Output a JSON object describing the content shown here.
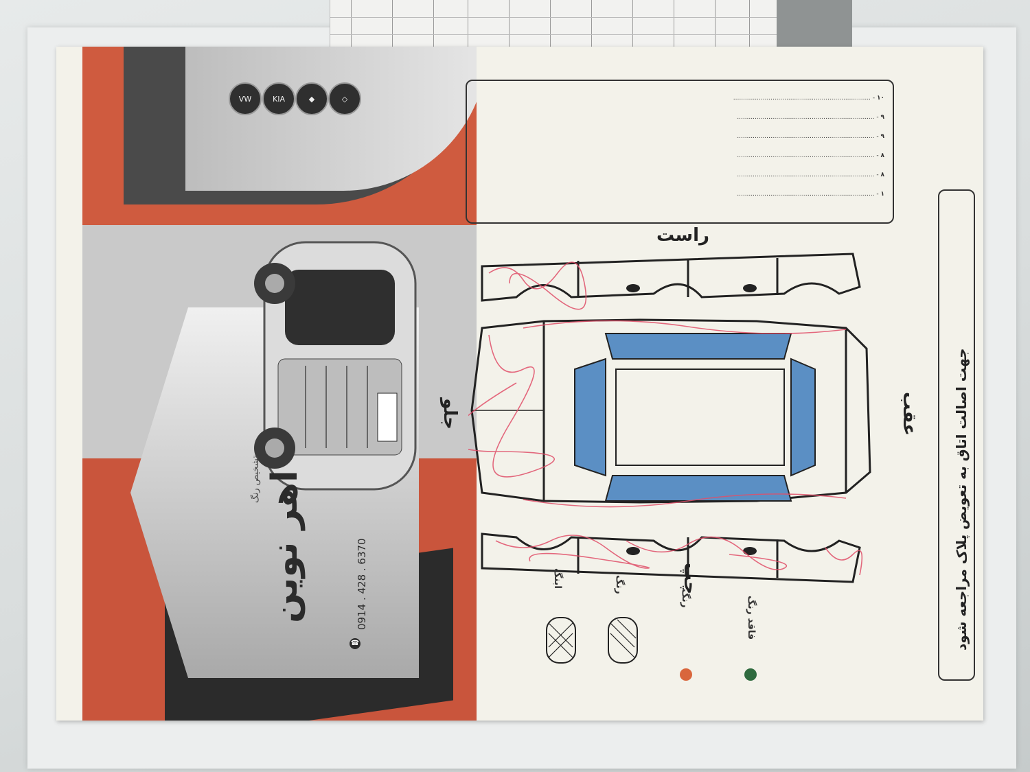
{
  "ad": {
    "brand_logos": [
      "vw-logo",
      "kia-logo",
      "mitsubishi-logo",
      "renault-logo"
    ],
    "logo_text": [
      "VW",
      "KIA",
      "◆",
      "◇"
    ],
    "title": "اهر نوین",
    "subtitle": "تشخیص رنگ",
    "phone": "0914 . 428 . 6370"
  },
  "form": {
    "heading": "جهت اصالت اتاق به تعویض پلاک مراجعه شود",
    "labels": {
      "right": "راست",
      "front": "جلو",
      "rear": "عقب",
      "left": "چپ"
    },
    "notes": [
      {
        "num": "۱۰",
        "text": "......................................................................"
      },
      {
        "num": "۹",
        "text": "......................................................................"
      },
      {
        "num": "۹",
        "text": "......................................................................"
      },
      {
        "num": "۸",
        "text": "......................................................................"
      },
      {
        "num": "۸",
        "text": "......................................................................"
      },
      {
        "num": "۱",
        "text": "......................................................................"
      }
    ],
    "legend": [
      {
        "label": "ابنگ",
        "swatch": "crosshatch"
      },
      {
        "label": "رنگ",
        "swatch": "hatch"
      },
      {
        "label": "رنگ",
        "swatch": "orange-dot"
      },
      {
        "label": "فاقد رنگ",
        "swatch": "green-dot"
      }
    ],
    "colors": {
      "panel_blue": "#5b8fc4",
      "pen_red": "#e0506a",
      "ad_red": "#cf5b3f"
    }
  }
}
